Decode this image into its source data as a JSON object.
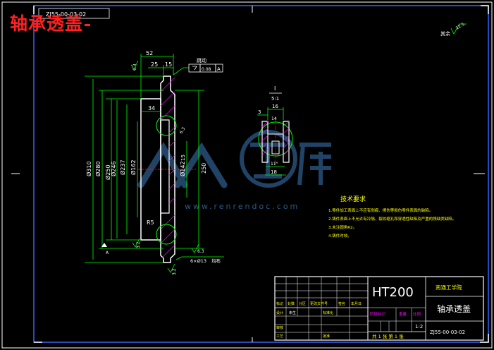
{
  "overlay_title": "轴承透盖",
  "drawing_code_top": "ZJ55-00-03-02",
  "surface_finish_note": "其余",
  "surface_finish_value": "12.5",
  "dims_left": {
    "d52": "52",
    "d25": "25",
    "d15": "15",
    "d34": "34",
    "d310": "Ø310",
    "d280": "Ø280",
    "d250": "Ø250",
    "d246": "Ø246",
    "d237": "Ø237",
    "d162": "Ø162",
    "d142": "Ø142",
    "d250b": "250",
    "d15b": "15",
    "r5": "R5",
    "d63": "6.3",
    "d63b": "6.3",
    "d63c": "6.3",
    "holes": "6×Ø13",
    "holes_note": "均布",
    "d32": "3.2",
    "d32b": "3.2"
  },
  "tolerance_box": {
    "label": "跳动",
    "value": "0.08",
    "datum": "A"
  },
  "detail": {
    "label": "I",
    "scale": "5:1",
    "d16": "16",
    "d3": "3",
    "d18": "18",
    "d14": "14",
    "angle": "11°"
  },
  "watermark": {
    "text": "人人文库",
    "url": "www.renrendoc.com"
  },
  "tech_req": {
    "heading": "技术要求",
    "items": [
      "1.零件加工表面上不应有划痕、擦伤等损伤零件表面的缺陷。",
      "2.铸件表面上不允许有冷隔、裂纹缩孔和穿透性缺陷及严重的残缺类缺陷。",
      "3.未注圆角R2。",
      "4.铸件时效。"
    ]
  },
  "title_block": {
    "material": "HT200",
    "school": "南通工学院",
    "part_name": "轴承透盖",
    "scale": "1:2",
    "drawing_no": "ZJ55-00-03-02",
    "sheet": "共 1 张  第 1 张",
    "header_labels": [
      "标记",
      "处数",
      "分区",
      "更改文件号",
      "签名",
      "年月日"
    ],
    "row_labels": [
      "设计",
      "标准化",
      "审核",
      "工艺",
      "批准"
    ],
    "stage_label": "阶段标记",
    "weight_label": "重量",
    "scale_label": "比例",
    "design_name": "朱生"
  },
  "colors": {
    "line_white": "#ffffff",
    "line_green": "#00ff00",
    "line_cyan": "#00ffff",
    "line_yellow": "#ffff00",
    "line_magenta": "#ff00ff",
    "line_red": "#ff0000",
    "border_blue": "#3366ff",
    "watermark": "#2c5a88"
  }
}
